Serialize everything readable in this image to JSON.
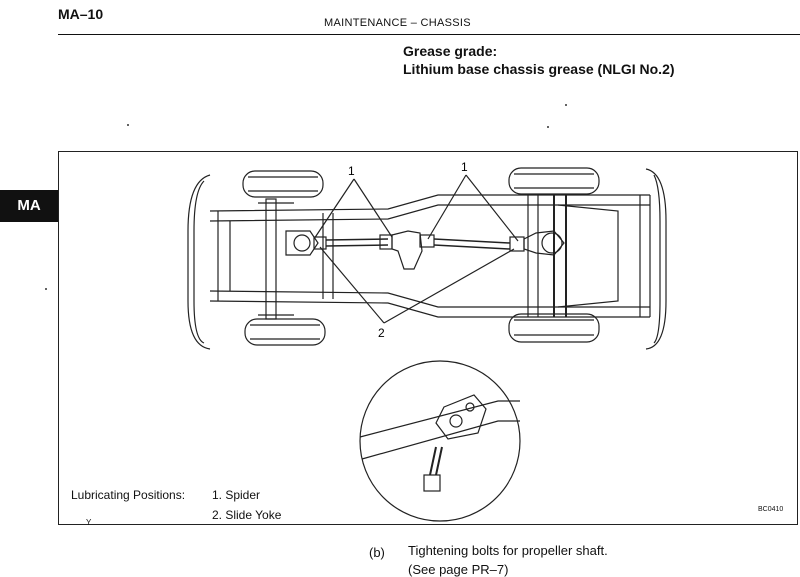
{
  "header": {
    "page_number": "MA–10",
    "section_title": "MAINTENANCE – CHASSIS"
  },
  "spec": {
    "label": "Grease grade:",
    "value": "Lithium base chassis grease (NLGI No.2)"
  },
  "side_tab": "MA",
  "figure": {
    "callouts": [
      "1",
      "1",
      "2"
    ],
    "lubricating_label": "Lubricating Positions:",
    "positions": [
      "1. Spider",
      "2. Slide Yoke"
    ],
    "figure_code": "BC0410",
    "corner_mark": "Y"
  },
  "step": {
    "letter": "(b)",
    "text": "Tightening bolts for propeller shaft.",
    "reference": "(See page PR–7)"
  }
}
